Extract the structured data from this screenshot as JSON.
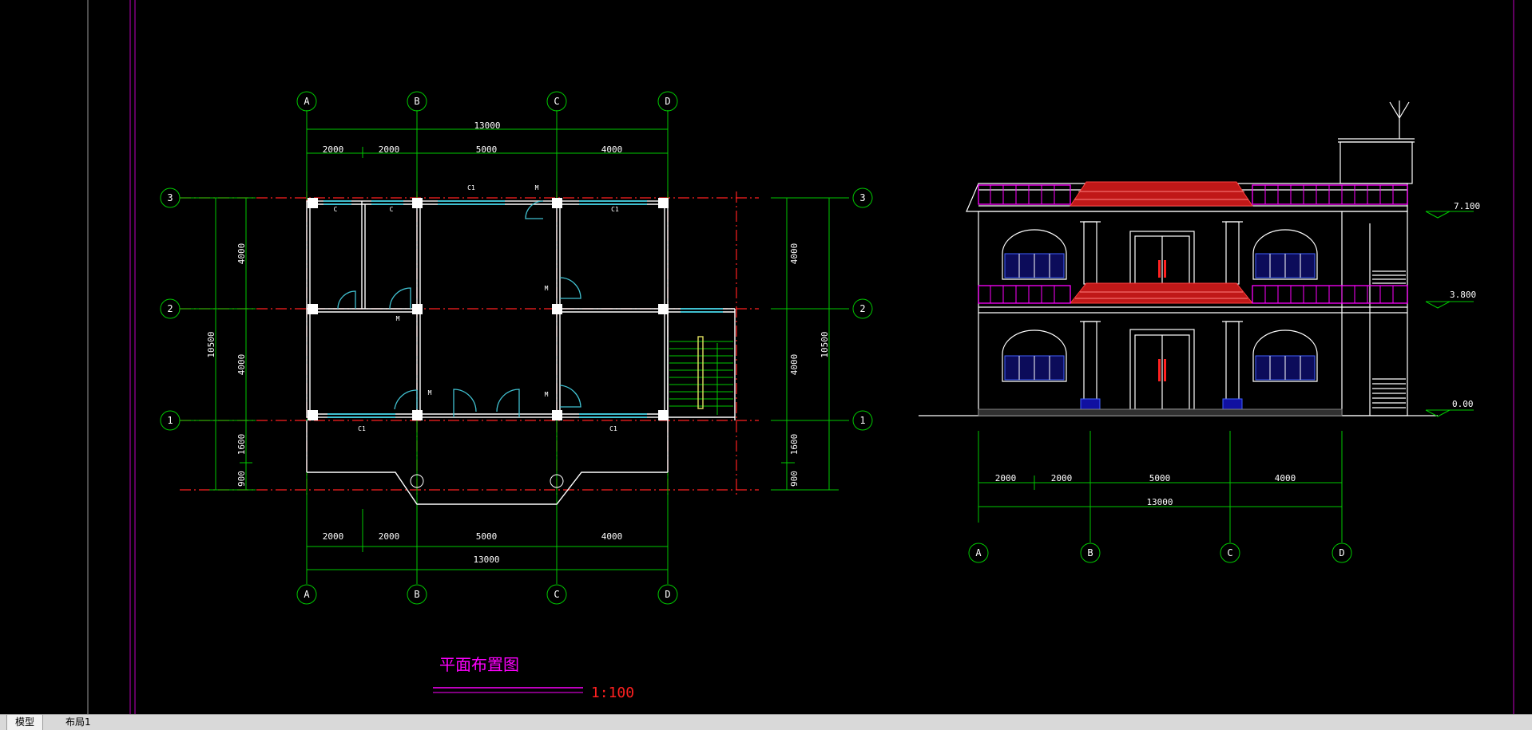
{
  "tabs": {
    "model": "模型",
    "layout1": "布局1"
  },
  "plan": {
    "grid_cols": [
      "A",
      "B",
      "C",
      "D"
    ],
    "grid_rows": [
      "3",
      "2",
      "1"
    ],
    "top_total": "13000",
    "top_dims": [
      "2000",
      "2000",
      "5000",
      "4000"
    ],
    "bottom_dims": [
      "2000",
      "2000",
      "5000",
      "4000"
    ],
    "bottom_total": "13000",
    "left_dims": [
      "4000",
      "4000",
      "1600",
      "900"
    ],
    "left_total": "10500",
    "right_dims": [
      "4000",
      "4000",
      "1600",
      "900"
    ],
    "right_total": "10500",
    "window_c1": "C1",
    "window_c": "C",
    "door_m": "M",
    "title": "平面布置图",
    "scale": "1:100"
  },
  "elevation": {
    "levels": [
      "7.100",
      "3.800",
      "0.00"
    ],
    "dims": [
      "2000",
      "2000",
      "5000",
      "4000"
    ],
    "total": "13000",
    "grid_cols": [
      "A",
      "B",
      "C",
      "D"
    ]
  },
  "colors": {
    "background": "#000000",
    "grid_line": "#00c800",
    "axis_line": "#ff2020",
    "wall": "#ffffff",
    "window": "#40c0d0",
    "railing": "#ff00ff",
    "roof": "#ff3030",
    "title": "#ff00ff"
  }
}
